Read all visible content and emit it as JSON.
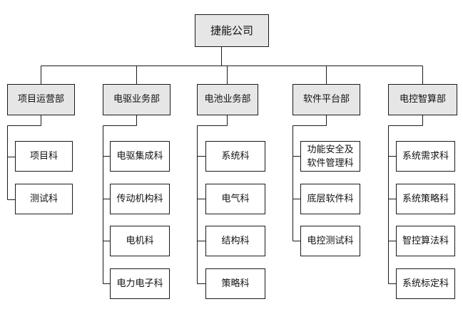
{
  "org": {
    "company": "捷能公司",
    "departments": [
      {
        "name": "项目运营部",
        "units": [
          "项目科",
          "测试科"
        ]
      },
      {
        "name": "电驱业务部",
        "units": [
          "电驱集成科",
          "传动机构科",
          "电机科",
          "电力电子科"
        ]
      },
      {
        "name": "电池业务部",
        "units": [
          "系统科",
          "电气科",
          "结构科",
          "策略科"
        ]
      },
      {
        "name": "软件平台部",
        "units": [
          "功能安全及\n软件管理科",
          "底层软件科",
          "电控测试科"
        ]
      },
      {
        "name": "电控智算部",
        "units": [
          "系统需求科",
          "系统策略科",
          "智控算法科",
          "系统标定科"
        ]
      }
    ]
  },
  "colors": {
    "header_fill": "#e6e6e6",
    "leaf_fill": "#ffffff",
    "line": "#1a1a1a"
  }
}
